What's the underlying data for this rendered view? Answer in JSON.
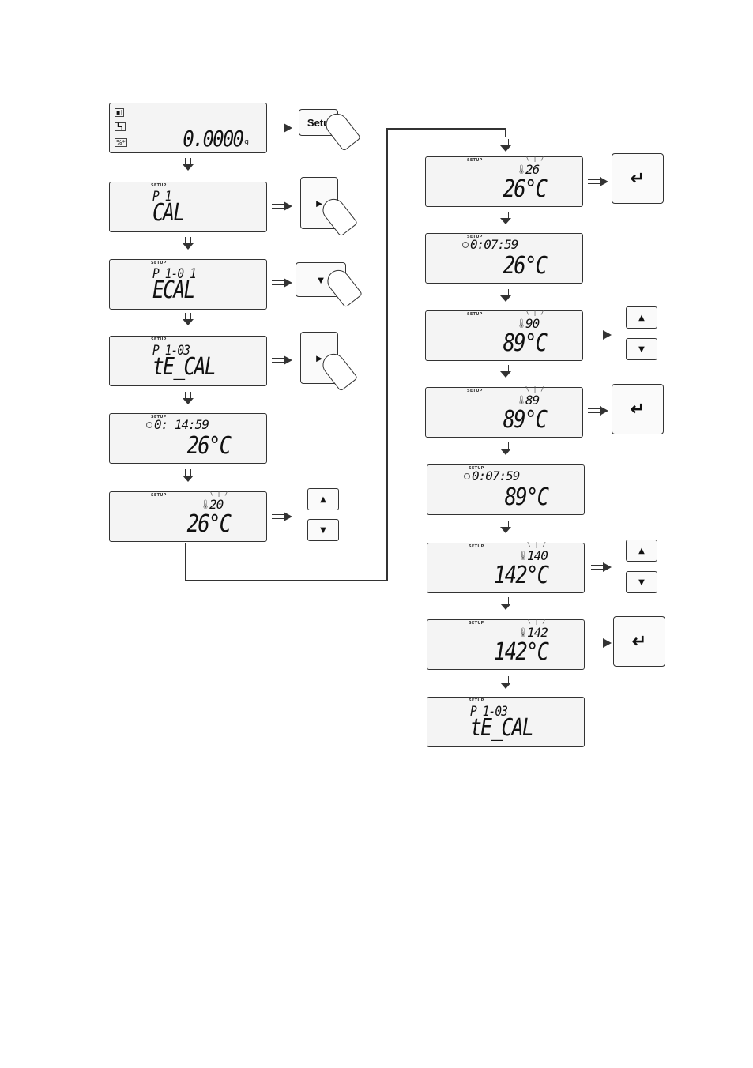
{
  "home": {
    "weight": "0.0000",
    "unit": "g",
    "setup_key": "Setu"
  },
  "setup_label": "SETUP",
  "left_column": [
    {
      "small": "P 1",
      "big": "CAL"
    },
    {
      "small": "P 1-0 1",
      "big": "ECAL"
    },
    {
      "small": "P 1-03",
      "big": "tE_CAL"
    }
  ],
  "screens": {
    "timer_left": {
      "timer": "0: 14:59",
      "temp": "26°C"
    },
    "set_left": {
      "setpoint": "20",
      "temp": "26°C"
    },
    "r1": {
      "setpoint": "26",
      "temp": "26°C"
    },
    "r2": {
      "timer": "0:07:59",
      "temp": "26°C"
    },
    "r3": {
      "setpoint": "90",
      "temp": "89°C"
    },
    "r4": {
      "setpoint": "89",
      "temp": "89°C"
    },
    "r5": {
      "timer": "0:07:59",
      "temp": "89°C"
    },
    "r6": {
      "setpoint": "140",
      "temp": "142°C"
    },
    "r7": {
      "setpoint": "142",
      "temp": "142°C"
    },
    "r8": {
      "small": "P 1-03",
      "big": "tE_CAL"
    }
  },
  "icons": {
    "up": "▲",
    "down": "▼",
    "right": "►"
  }
}
